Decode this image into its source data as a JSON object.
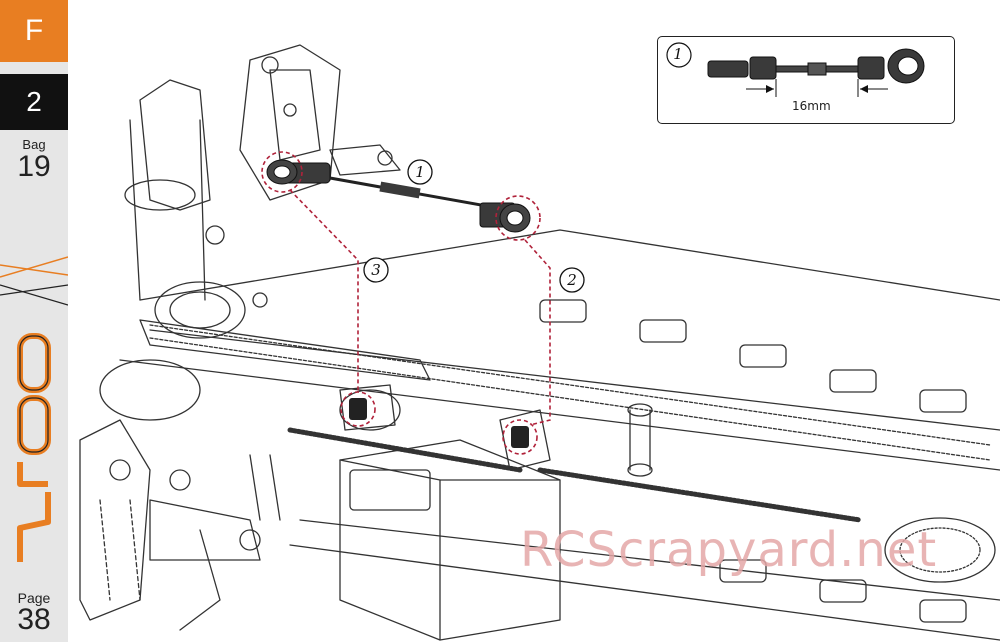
{
  "sidebar": {
    "step_letter": "F",
    "step_number": "2",
    "bag_label": "Bag",
    "bag_number": "19",
    "page_label": "Page",
    "page_number": "38"
  },
  "inset": {
    "callout": "1",
    "dimension": "16mm"
  },
  "callouts": [
    "1",
    "2",
    "3"
  ],
  "watermark": "RCScrapyard.net",
  "colors": {
    "accent": "#e87e22",
    "dark": "#111111",
    "highlight": "#b0223a",
    "sidebar_bg": "#e6e6e6"
  }
}
